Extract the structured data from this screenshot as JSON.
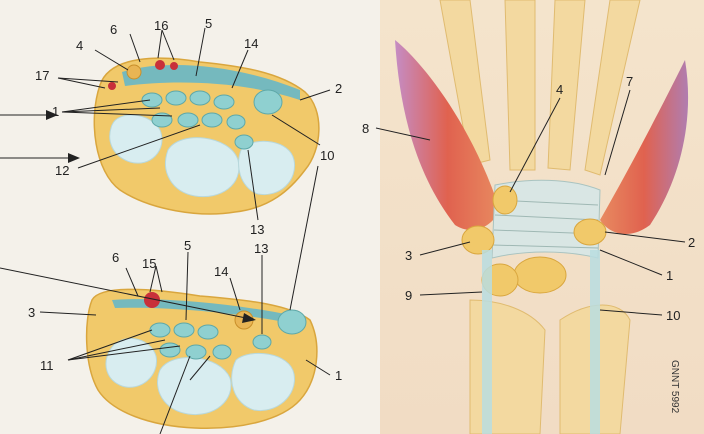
{
  "colors": {
    "page": "#f4f1ea",
    "bone_yellow": "#f1c96a",
    "bone_pale": "#d8edf0",
    "tendon": "#8fd0d0",
    "ligament": "#5fb6cc",
    "muscle_red": "#e0624f",
    "muscle_purple": "#b07db0",
    "vessel_red": "#c8303a",
    "line": "#222222"
  },
  "labels": {
    "top": {
      "l17": "17",
      "l4": "4",
      "l6": "6",
      "l16": "16",
      "l5": "5",
      "l14": "14",
      "l2": "2",
      "l10": "10",
      "l13": "13",
      "l12": "12",
      "l1": "1"
    },
    "bottom": {
      "l6": "6",
      "l15": "15",
      "l5": "5",
      "l14": "14",
      "l13": "13",
      "l3": "3",
      "l11": "11",
      "l1": "1"
    },
    "right": {
      "l8": "8",
      "l4": "4",
      "l7": "7",
      "l3": "3",
      "l2": "2",
      "l1": "1",
      "l9": "9",
      "l10": "10"
    },
    "stamp": "GNNT 5992"
  }
}
